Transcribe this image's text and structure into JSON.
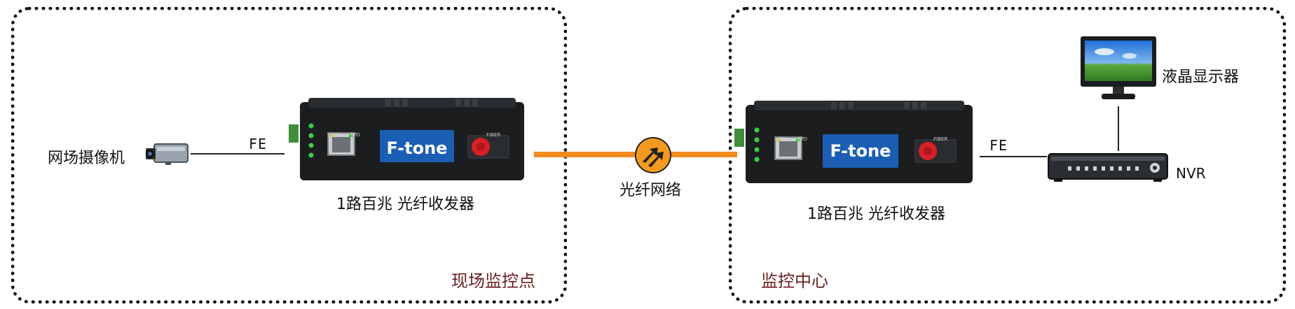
{
  "zones": {
    "left_label": "现场监控点",
    "right_label": "监控中心"
  },
  "camera": {
    "label": "网场摄像机",
    "icon": "camera-icon"
  },
  "links": {
    "left_fe": "FE",
    "right_fe": "FE",
    "fiber_label": "光纤网络"
  },
  "transceiver_left": {
    "label": "1路百兆 光纤收发器",
    "brand": "F-tone",
    "port_labels": [
      "LINK",
      "SPD"
    ],
    "fiber_label": "FIBER"
  },
  "transceiver_right": {
    "label": "1路百兆 光纤收发器",
    "brand": "F-tone",
    "port_labels": [
      "LINK",
      "SPD"
    ],
    "fiber_label": "FIBER"
  },
  "monitor": {
    "label": "液晶显示器",
    "icon": "lcd-monitor-icon"
  },
  "nvr": {
    "label": "NVR",
    "icon": "nvr-recorder-icon"
  },
  "network_icon": "fiber-network-icon",
  "colors": {
    "fiber": "#ef8a1e",
    "zone_label": "#6b1e1e",
    "brand_blue": "#1a5fb4"
  }
}
